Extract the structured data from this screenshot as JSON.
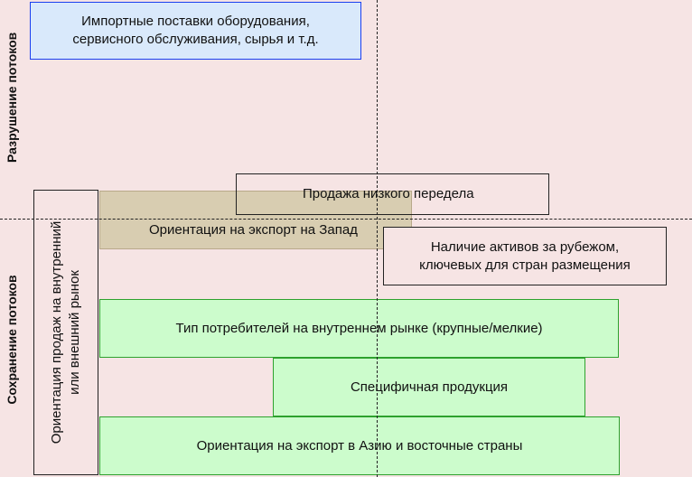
{
  "axis": {
    "top_label": "Разрушение потоков",
    "bottom_label": "Сохранение потоков"
  },
  "boxes": {
    "imports": "Импортные поставки оборудования,\nсервисного обслуживания, сырья и т.д.",
    "low_processing": "Продажа низкого передела",
    "export_west": "Ориентация на экспорт на Запад",
    "assets_abroad": "Наличие активов за рубежом,\nключевых для стран размещения",
    "consumers": "Тип потребителей на внутреннем рынке (крупные/мелкие)",
    "specific": "Специфичная продукция",
    "export_asia": "Ориентация на экспорт в Азию и восточные страны",
    "domestic_orientation": "Ориентация продаж на внутренний\nили внешний рынок"
  },
  "colors": {
    "background": "#f6e4e4",
    "blue_fill": "#d9e9fb",
    "blue_border": "#1a3ff0",
    "tan_fill": "#d8cdb1",
    "green_fill": "#ccfccc",
    "green_border": "#2ea12e"
  }
}
